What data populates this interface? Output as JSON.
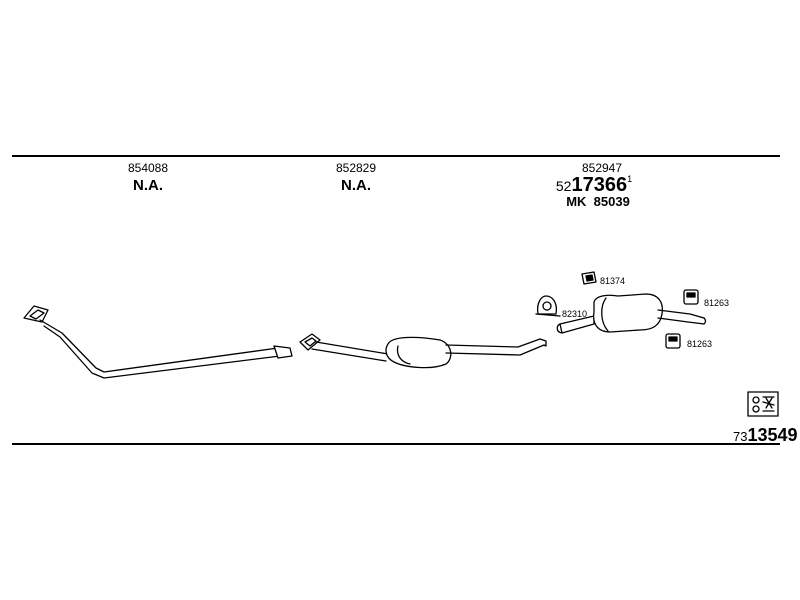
{
  "sections": [
    {
      "part_number": "854088",
      "note": "N.A."
    },
    {
      "part_number": "852829",
      "note": "N.A."
    },
    {
      "part_number": "852947",
      "supplier_prefix": "52",
      "supplier_main": "17366",
      "supplier_suffix": "1",
      "mk_label": "MK",
      "mk_number": "85039"
    }
  ],
  "accessories": {
    "clamp_bracket": "81374",
    "clamp": "82310",
    "rubber_top": "81263",
    "rubber_bottom": "81263"
  },
  "diagram": {
    "prefix": "73",
    "main": "13549"
  }
}
